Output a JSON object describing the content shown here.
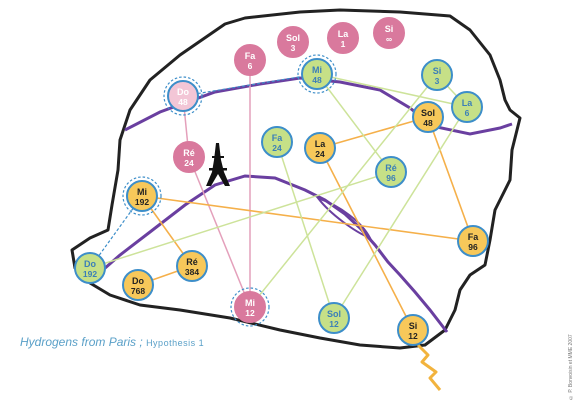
{
  "title": "Hydrogens from Paris",
  "separator": " ; ",
  "subtitle": "Hypothesis 1",
  "credit": "© P. Bonvoisin et MME 2007",
  "colors": {
    "pink": "#d9799d",
    "pink_light": "#f3c6d6",
    "yellow": "#f7c85a",
    "yellow_light": "#fde6a5",
    "green": "#c6e087",
    "blue_ring": "#3d8ec9",
    "river": "#6a3fa0",
    "outline": "#222222",
    "pink_line": "#e4a0bb",
    "orange_line": "#f5b04a",
    "green_line": "#cde39a",
    "lightning": "#f2b33d"
  },
  "nodes": [
    {
      "id": "si-inf",
      "note": "Si",
      "value": "∞",
      "group": "pink"
    },
    {
      "id": "la-1",
      "note": "La",
      "value": "1",
      "group": "pink"
    },
    {
      "id": "sol-3-pink",
      "note": "Sol",
      "value": "3",
      "group": "pink"
    },
    {
      "id": "fa-6",
      "note": "Fa",
      "value": "6",
      "group": "pink"
    },
    {
      "id": "mi-48",
      "note": "Mi",
      "value": "48",
      "group": "blue"
    },
    {
      "id": "do-48",
      "note": "Do",
      "value": "48",
      "group": "pink-faded"
    },
    {
      "id": "re-24",
      "note": "Ré",
      "value": "24",
      "group": "pink"
    },
    {
      "id": "mi-12",
      "note": "Mi",
      "value": "12",
      "group": "pink"
    },
    {
      "id": "si-3",
      "note": "Si",
      "value": "3",
      "group": "green"
    },
    {
      "id": "la-6",
      "note": "La",
      "value": "6",
      "group": "green"
    },
    {
      "id": "sol-48",
      "note": "Sol",
      "value": "48",
      "group": "yellow"
    },
    {
      "id": "fa-24",
      "note": "Fa",
      "value": "24",
      "group": "green"
    },
    {
      "id": "la-24",
      "note": "La",
      "value": "24",
      "group": "yellow"
    },
    {
      "id": "re-96",
      "note": "Ré",
      "value": "96",
      "group": "green"
    },
    {
      "id": "mi-192",
      "note": "Mi",
      "value": "192",
      "group": "yellow"
    },
    {
      "id": "re-384",
      "note": "Ré",
      "value": "384",
      "group": "yellow"
    },
    {
      "id": "do-768",
      "note": "Do",
      "value": "768",
      "group": "yellow"
    },
    {
      "id": "do-192",
      "note": "Do",
      "value": "192",
      "group": "blue"
    },
    {
      "id": "fa-96",
      "note": "Fa",
      "value": "96",
      "group": "yellow"
    },
    {
      "id": "sol-12",
      "note": "Sol",
      "value": "12",
      "group": "green"
    },
    {
      "id": "si-12",
      "note": "Si",
      "value": "12",
      "group": "yellow"
    }
  ],
  "edges": [
    {
      "from": "fa-6",
      "to": "mi-12",
      "style": "pink"
    },
    {
      "from": "re-24",
      "to": "do-48",
      "style": "pink"
    },
    {
      "from": "re-24",
      "to": "mi-12",
      "style": "pink"
    },
    {
      "from": "do-48",
      "to": "mi-48",
      "style": "dotted"
    },
    {
      "from": "mi-192",
      "to": "do-192",
      "style": "dotted"
    },
    {
      "from": "mi-192",
      "to": "re-384",
      "style": "orange"
    },
    {
      "from": "re-384",
      "to": "do-768",
      "style": "orange"
    },
    {
      "from": "mi-192",
      "to": "fa-96",
      "style": "orange"
    },
    {
      "from": "la-24",
      "to": "sol-48",
      "style": "orange"
    },
    {
      "from": "la-24",
      "to": "si-12",
      "style": "orange"
    },
    {
      "from": "sol-48",
      "to": "fa-96",
      "style": "orange"
    },
    {
      "from": "fa-24",
      "to": "sol-12",
      "style": "green"
    },
    {
      "from": "mi-48",
      "to": "re-96",
      "style": "green"
    },
    {
      "from": "mi-48",
      "to": "la-6",
      "style": "green"
    },
    {
      "from": "re-96",
      "to": "do-192",
      "style": "green"
    },
    {
      "from": "la-6",
      "to": "sol-12",
      "style": "green"
    },
    {
      "from": "si-3",
      "to": "mi-12",
      "style": "green"
    },
    {
      "from": "si-3",
      "to": "la-6",
      "style": "green"
    }
  ]
}
